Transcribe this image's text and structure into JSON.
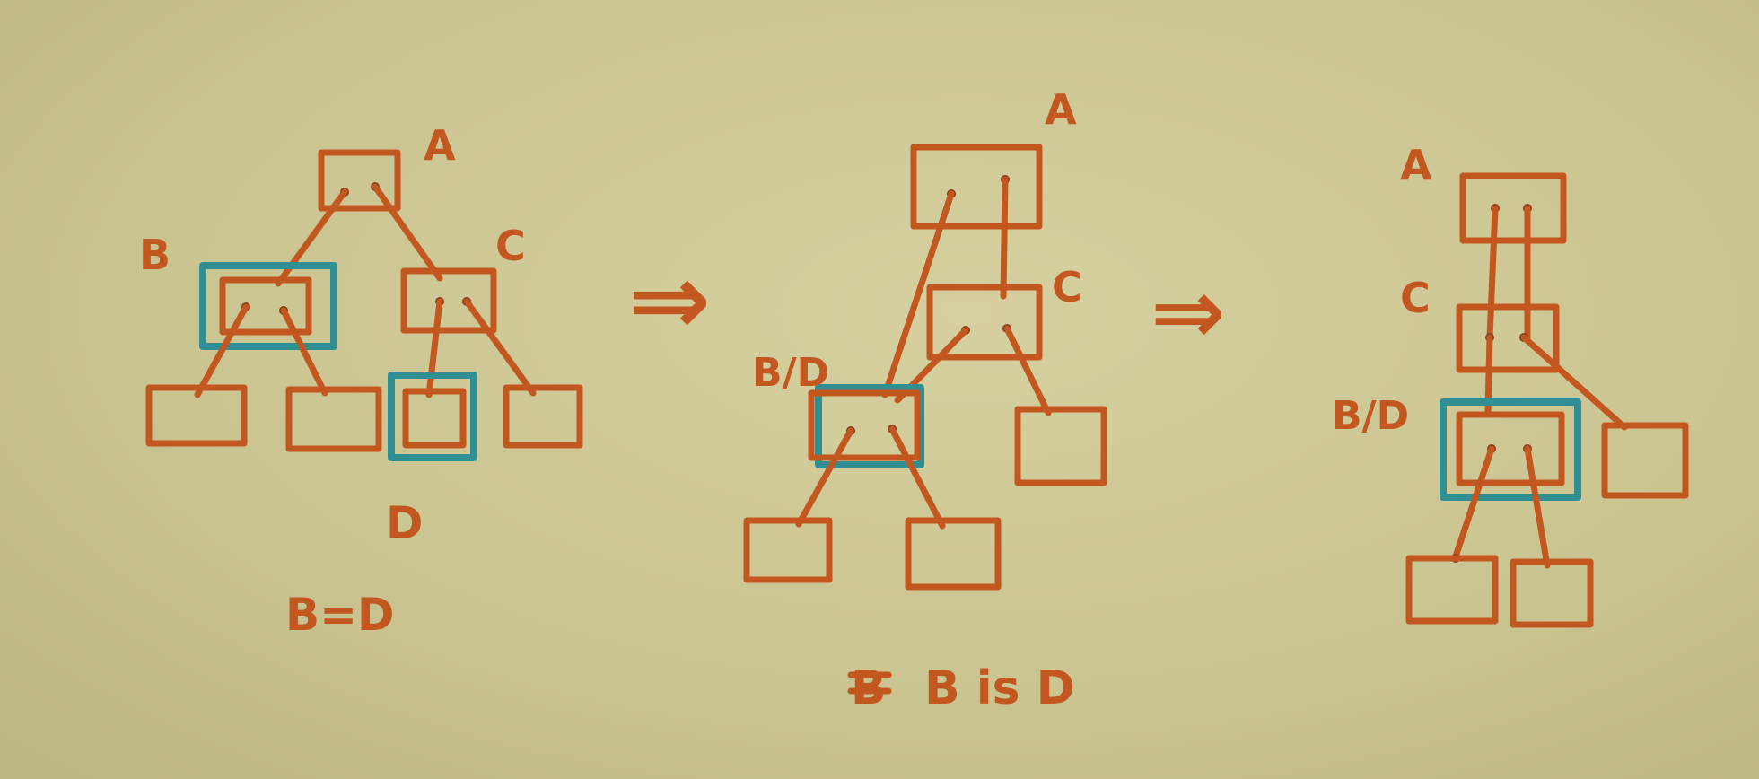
{
  "diagram": {
    "panel1": {
      "labels": {
        "a": "A",
        "b": "B",
        "c": "C",
        "d": "D",
        "caption": "B=D"
      }
    },
    "arrow1": "⇒",
    "panel2": {
      "labels": {
        "a": "A",
        "c": "C",
        "bd": "B/D",
        "caption": "B is D",
        "strikethrough": "B"
      }
    },
    "arrow2": "⇒",
    "panel3": {
      "labels": {
        "a": "A",
        "c": "C",
        "bd": "B/D"
      }
    },
    "colors": {
      "ink": "#c2571f",
      "highlight": "#2f8f93",
      "paper": "#cbc592"
    }
  }
}
